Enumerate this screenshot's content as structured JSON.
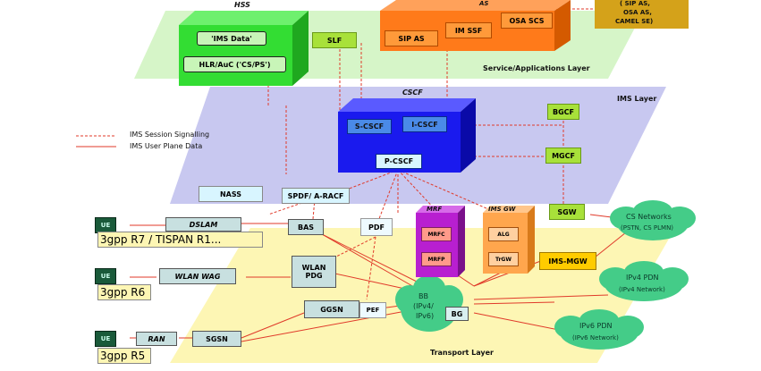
{
  "layers": {
    "service": "Service/Applications Layer",
    "ims": "IMS Layer",
    "transport": "Transport Layer"
  },
  "legend": {
    "signalling": "IMS Session Signalling",
    "userplane": "IMS User Plane Data"
  },
  "hss": {
    "title": "HSS",
    "ims_data": "'IMS Data'",
    "hlr": "HLR/AuC ('CS/PS')"
  },
  "slf": "SLF",
  "as": {
    "title": "AS",
    "sip_as": "SIP AS",
    "im_ssf": "IM SSF",
    "osa_scs": "OSA SCS",
    "list": [
      "( SIP AS,",
      "OSA AS,",
      "CAMEL SE)"
    ]
  },
  "cscf": {
    "title": "CSCF",
    "s_cscf": "S-CSCF",
    "i_cscf": "I-CSCF",
    "p_cscf": "P-CSCF"
  },
  "bgcf": "BGCF",
  "mgcf": "MGCF",
  "sgw": "SGW",
  "nass": "NASS",
  "spdf": "SPDF/ A-RACF",
  "dslam": "DSLAM",
  "bas": "BAS",
  "pdf": "PDF",
  "mrf": {
    "title": "MRF",
    "mrfc": "MRFC",
    "mrfp": "MRFP"
  },
  "imsgw": {
    "title": "IMS GW",
    "alg": "ALG",
    "trgw": "TrGW"
  },
  "ims_mgw": "IMS-MGW",
  "cs_networks": {
    "line1": "CS Networks",
    "line2": "(PSTN, CS PLMN)"
  },
  "ipv4_pdn": {
    "line1": "IPv4 PDN",
    "line2": "(IPv4 Network)"
  },
  "ipv6_pdn": {
    "line1": "IPv6 PDN",
    "line2": "(IPv6 Network)"
  },
  "wlan_wag": "WLAN WAG",
  "wlan_pdg": {
    "line1": "WLAN",
    "line2": "PDG"
  },
  "ggsn": "GGSN",
  "pef": "PEF",
  "bb": {
    "line1": "BB",
    "line2": "(IPv4/",
    "line3": "IPv6)"
  },
  "bg": "BG",
  "ran": "RAN",
  "sgsn": "SGSN",
  "ue": "UE",
  "rel_r7": "3gpp R7 / TISPAN R1...",
  "rel_r6": "3gpp R6",
  "rel_r5": "3gpp R5",
  "colors": {
    "service_layer": "#d6f5c8",
    "ims_layer": "#c8c8f0",
    "transport_layer": "#fdf6b4",
    "signal_line": "#e03a2a",
    "hss": "#33dd33",
    "as": "#ff7a1a",
    "cscf": "#1a1aee",
    "mrf": "#b81fd0",
    "imsgw": "#ffa64d",
    "cloud": "#44cc88"
  }
}
